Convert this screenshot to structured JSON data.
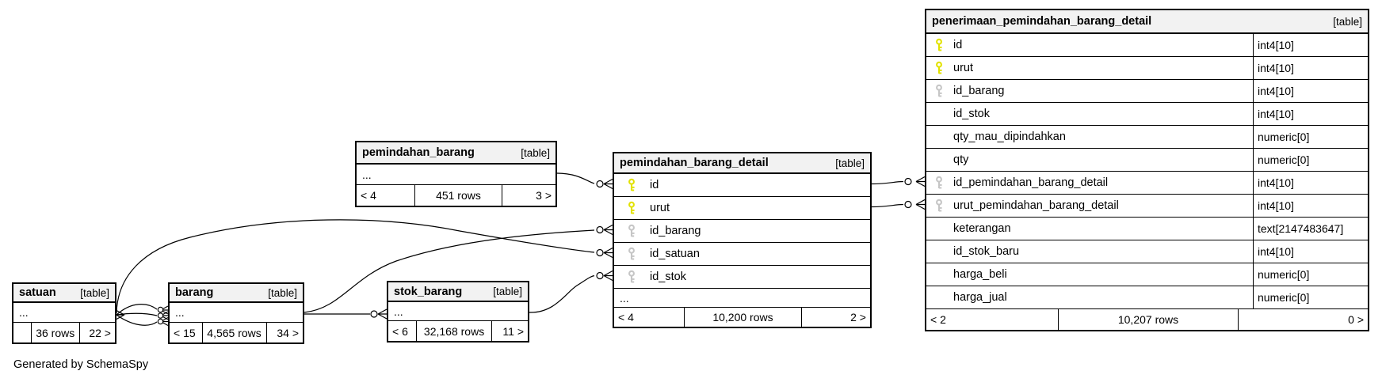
{
  "diagram": {
    "generated_by": "Generated by SchemaSpy",
    "colors": {
      "pk_key": "#e2e200",
      "fk_key": "#c6c6c6",
      "header_bg": "#f2f2f2",
      "border": "#000000"
    },
    "tables": [
      {
        "id": "penerimaan_pemindahan_barang_detail",
        "title": "penerimaan_pemindahan_barang_detail",
        "tag": "[table]",
        "columns": [
          {
            "name": "id",
            "type": "int4[10]",
            "key": "pk"
          },
          {
            "name": "urut",
            "type": "int4[10]",
            "key": "pk"
          },
          {
            "name": "id_barang",
            "type": "int4[10]",
            "key": "fk"
          },
          {
            "name": "id_stok",
            "type": "int4[10]",
            "key": ""
          },
          {
            "name": "qty_mau_dipindahkan",
            "type": "numeric[0]",
            "key": ""
          },
          {
            "name": "qty",
            "type": "numeric[0]",
            "key": ""
          },
          {
            "name": "id_pemindahan_barang_detail",
            "type": "int4[10]",
            "key": "fk"
          },
          {
            "name": "urut_pemindahan_barang_detail",
            "type": "int4[10]",
            "key": "fk"
          },
          {
            "name": "keterangan",
            "type": "text[2147483647]",
            "key": ""
          },
          {
            "name": "id_stok_baru",
            "type": "int4[10]",
            "key": ""
          },
          {
            "name": "harga_beli",
            "type": "numeric[0]",
            "key": ""
          },
          {
            "name": "harga_jual",
            "type": "numeric[0]",
            "key": ""
          }
        ],
        "footer": {
          "left": "< 2",
          "center": "10,207 rows",
          "right": "0 >"
        }
      },
      {
        "id": "pemindahan_barang_detail",
        "title": "pemindahan_barang_detail",
        "tag": "[table]",
        "columns": [
          {
            "name": "id",
            "type": "",
            "key": "pk"
          },
          {
            "name": "urut",
            "type": "",
            "key": "pk"
          },
          {
            "name": "id_barang",
            "type": "",
            "key": "fk"
          },
          {
            "name": "id_satuan",
            "type": "",
            "key": "fk"
          },
          {
            "name": "id_stok",
            "type": "",
            "key": "fk"
          }
        ],
        "ellipsis": "...",
        "footer": {
          "left": "< 4",
          "center": "10,200 rows",
          "right": "2 >"
        }
      },
      {
        "id": "pemindahan_barang",
        "title": "pemindahan_barang",
        "tag": "[table]",
        "columns": [],
        "ellipsis": "...",
        "footer": {
          "left": "< 4",
          "center": "451 rows",
          "right": "3 >"
        }
      },
      {
        "id": "satuan",
        "title": "satuan",
        "tag": "[table]",
        "columns": [],
        "ellipsis": "...",
        "footer": {
          "left": "",
          "center": "36 rows",
          "right": "22 >"
        }
      },
      {
        "id": "barang",
        "title": "barang",
        "tag": "[table]",
        "columns": [],
        "ellipsis": "...",
        "footer": {
          "left": "< 15",
          "center": "4,565 rows",
          "right": "34 >"
        }
      },
      {
        "id": "stok_barang",
        "title": "stok_barang",
        "tag": "[table]",
        "columns": [],
        "ellipsis": "...",
        "footer": {
          "left": "< 6",
          "center": "32,168 rows",
          "right": "11 >"
        }
      }
    ]
  }
}
